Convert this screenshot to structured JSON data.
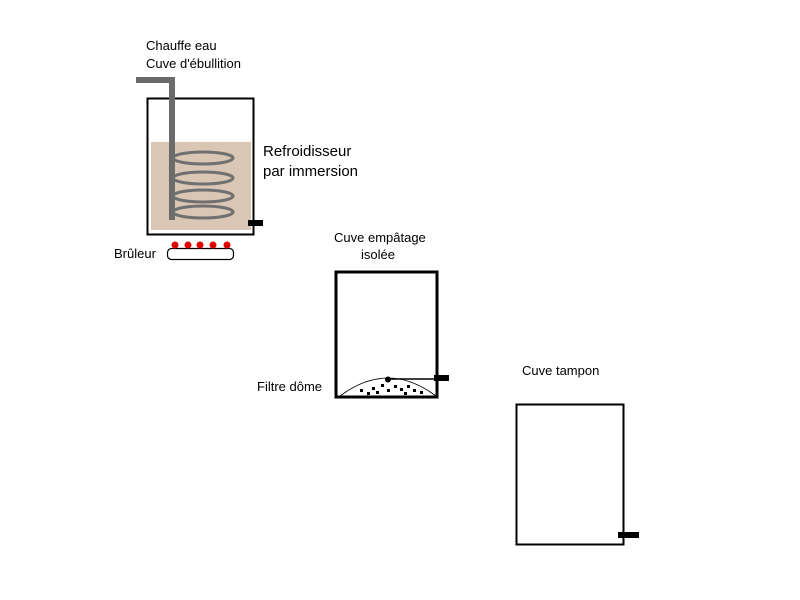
{
  "labels": {
    "chauffe_eau": "Chauffe eau",
    "cuve_ebullition": "Cuve d'ébullition",
    "refroidisseur_1": "Refroidisseur",
    "refroidisseur_2": "par immersion",
    "bruleur": "Brûleur",
    "cuve_empatage_1": "Cuve empâtage",
    "cuve_empatage_2": "isolée",
    "filtre_dome": "Filtre dôme",
    "cuve_tampon": "Cuve tampon"
  },
  "colors": {
    "line": "#000000",
    "pipe": "#6b6b6b",
    "coil": "#707070",
    "liquid": "#d9c6b4",
    "flame": "#e00000"
  }
}
